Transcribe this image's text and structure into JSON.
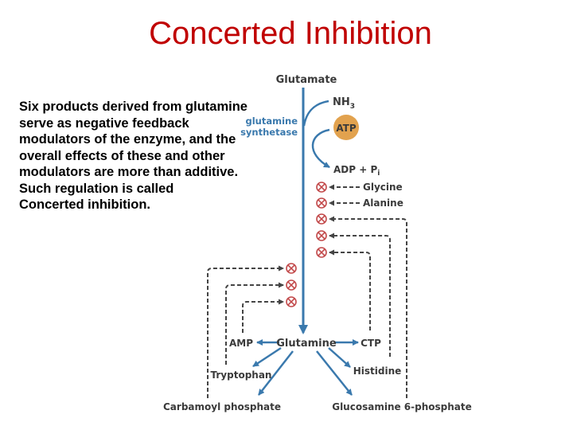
{
  "slide": {
    "title": "Concerted Inhibition",
    "description_lines": [
      "Six products derived from glutamine",
      "serve as negative feedback",
      "modulators of the enzyme, and the",
      "overall effects of these and other",
      "modulators are more than additive.",
      "Such regulation is called",
      "Concerted inhibition."
    ]
  },
  "diagram": {
    "substrate": "Glutamate",
    "ammonia": "NH",
    "ammonia_sub": "3",
    "atp": "ATP",
    "enzyme_line1": "glutamine",
    "enzyme_line2": "synthetase",
    "adp": "ADP + P",
    "adp_sub": "i",
    "product": "Glutamine",
    "inhibitors_right": [
      "Glycine",
      "Alanine"
    ],
    "amp": "AMP",
    "ctp": "CTP",
    "tryptophan": "Tryptophan",
    "histidine": "Histidine",
    "carbamoyl": "Carbamoyl phosphate",
    "glucosamine": "Glucosamine 6-phosphate",
    "colors": {
      "arrow": "#3a79ad",
      "atp_circle": "#e2a24e",
      "enzyme_text": "#3a79ad",
      "inhibit_symbol": "#c2494a",
      "feedback": "#444444",
      "title": "#c00000"
    }
  }
}
